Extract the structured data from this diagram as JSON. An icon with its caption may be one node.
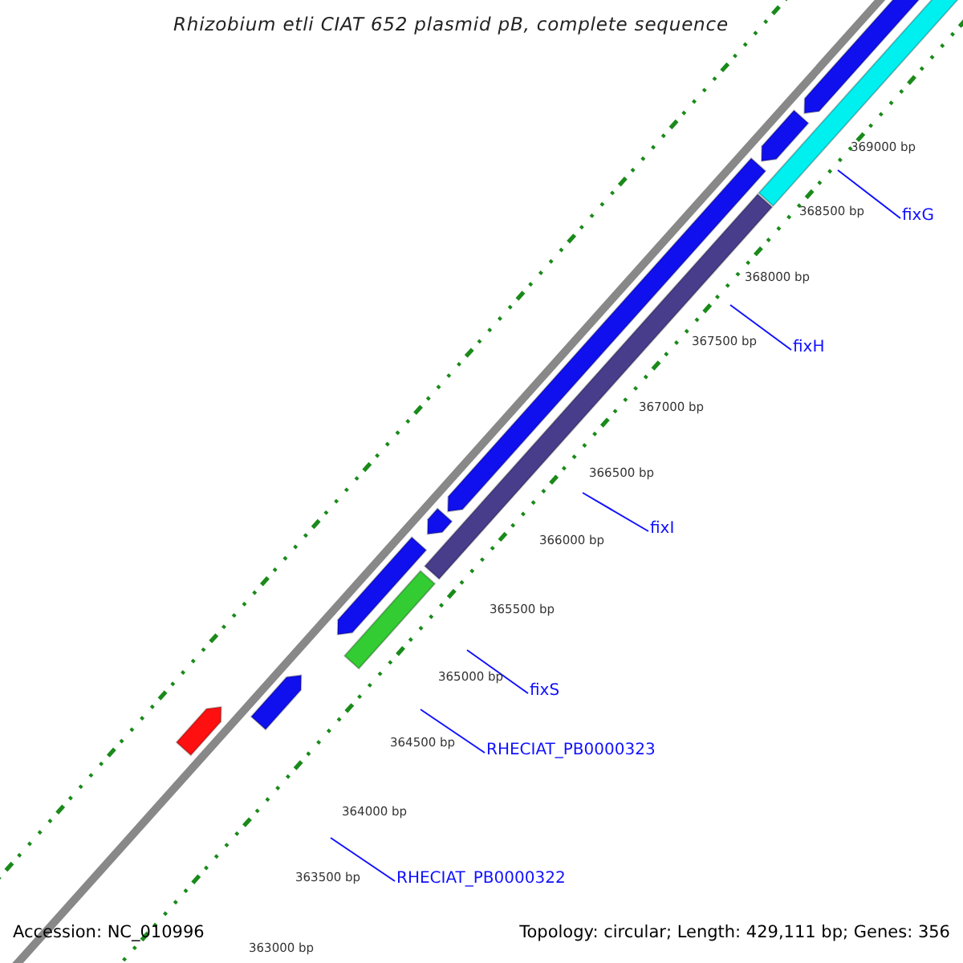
{
  "diagram": {
    "title": "Rhizobium etli CIAT 652 plasmid pB, complete sequence",
    "nodes": [
      {
        "text": [
          "fixG"
        ]
      },
      {
        "text": [
          "fixH"
        ]
      },
      {
        "text": [
          "fixI"
        ]
      },
      {
        "text": [
          "fixS"
        ]
      },
      {
        "text": [
          "RHECIAT_PB0000323"
        ]
      },
      {
        "text": [
          "RHECIAT_PB0000322"
        ]
      }
    ],
    "edges": [
      {
        "from": 0,
        "to": null,
        "arrow": "none"
      },
      {
        "from": 1,
        "to": null,
        "arrow": "none"
      },
      {
        "from": 2,
        "to": null,
        "arrow": "none"
      },
      {
        "from": 3,
        "to": null,
        "arrow": "none"
      },
      {
        "from": 4,
        "to": null,
        "arrow": "none"
      },
      {
        "from": 5,
        "to": null,
        "arrow": "none"
      }
    ],
    "labels": [
      "369000 bp",
      "368500 bp",
      "368000 bp",
      "367500 bp",
      "367000 bp",
      "366500 bp",
      "366000 bp",
      "365500 bp",
      "365000 bp",
      "364500 bp",
      "364000 bp",
      "363500 bp",
      "363000 bp",
      "Accession: NC_010996",
      "Topology: circular; Length: 429,111 bp; Genes: 356"
    ]
  }
}
